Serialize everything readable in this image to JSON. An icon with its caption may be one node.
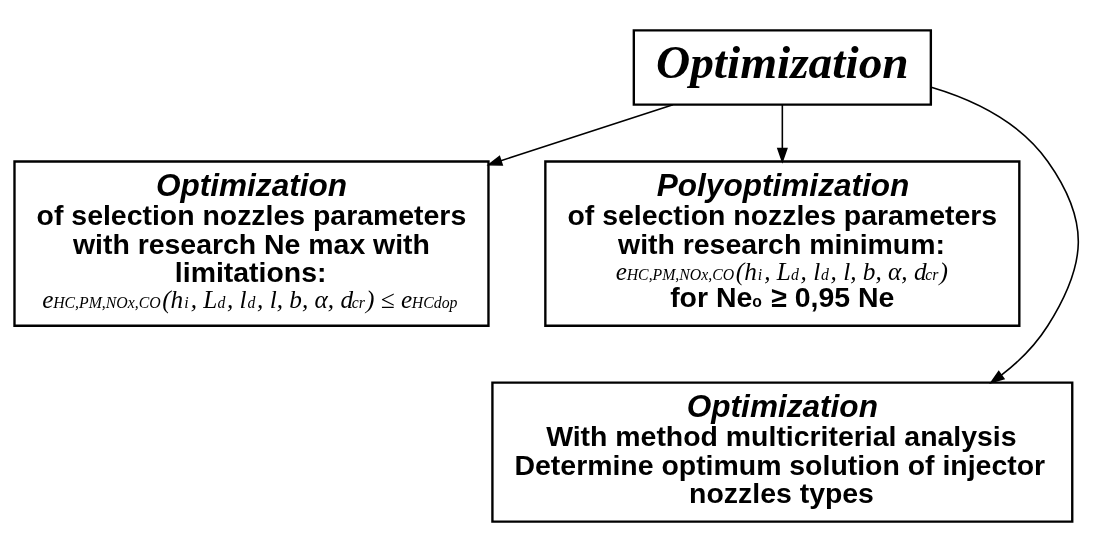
{
  "diagram": {
    "nodes": [
      {
        "text": [
          "Optimization"
        ]
      },
      {
        "text": [
          "Optimization",
          "of selection nozzles parameters with research Ne max with limitations:",
          "e$_{HC,PM,NOx,CO}$(h$_{i}$, L$_{d}$, l$_{d}$, l, b, α, d$_{cr}$) ≤ e$_{HCdop}$"
        ]
      },
      {
        "text": [
          "Polyoptimization",
          "of selection nozzles parameters with research minimum:",
          "e$_{HC,PM,NOx,CO}$(h$_{i}$, L$_{d}$, l$_{d}$, l, b, α, d$_{cr}$)",
          "for Ne$_{o}$ ≥ 0,95 Ne"
        ]
      },
      {
        "text": [
          "Optimization",
          "With method multicriterial analysis Determine optimum solution of injector nozzles types"
        ]
      }
    ],
    "edges": [
      {
        "from": 0,
        "to": 1,
        "arrow": "to"
      },
      {
        "from": 0,
        "to": 2,
        "arrow": "to"
      },
      {
        "from": 0,
        "to": 3,
        "arrow": "to"
      }
    ]
  }
}
